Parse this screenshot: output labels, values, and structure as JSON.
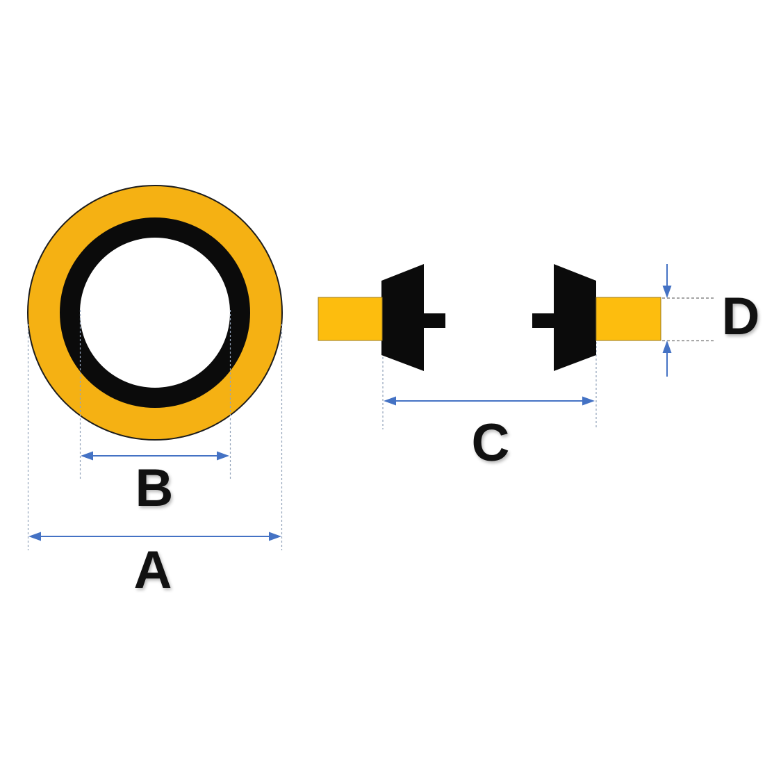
{
  "diagram": {
    "name": "bonded-seal-washer-dimension-diagram",
    "labels": {
      "a": "A",
      "b": "B",
      "c": "C",
      "d": "D"
    },
    "colors": {
      "seal_yellow": "#F5B113",
      "section_yellow": "#FDBD0E",
      "rubber_black": "#0B0B0B",
      "dimension_blue": "#4472C4",
      "guide_blue_gray": "#93A3BA",
      "guide_gray": "#6E6E6E"
    }
  }
}
